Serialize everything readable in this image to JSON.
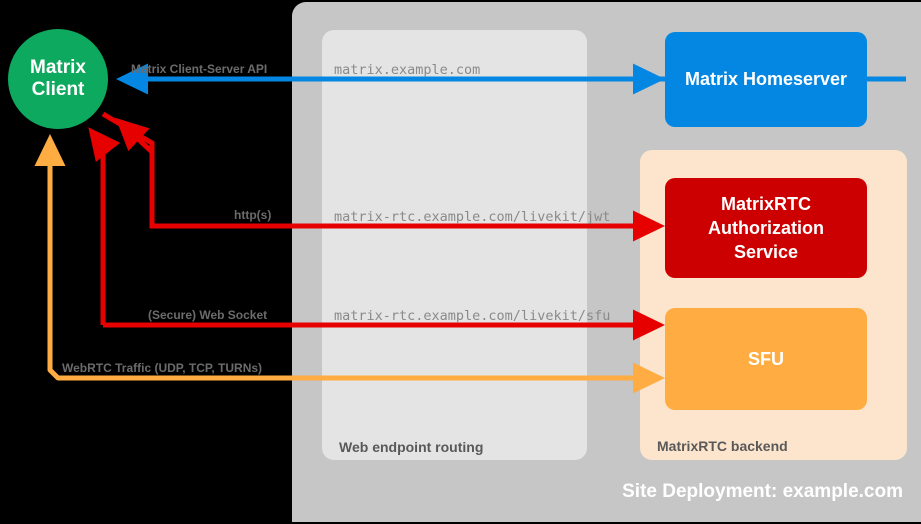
{
  "diagram": {
    "site_title": "Site Deployment: example.com",
    "containers": [
      {
        "key": "site",
        "caption": "Site Deployment: example.com",
        "color": "#c6c6c6"
      },
      {
        "key": "web",
        "caption": "Web endpoint routing",
        "color": "#e4e4e4"
      },
      {
        "key": "backend",
        "caption": "MatrixRTC backend",
        "color": "#fce5cc"
      }
    ],
    "nodes": {
      "client": {
        "label_line1": "Matrix",
        "label_line2": "Client",
        "color": "#0da95e"
      },
      "homeserver": {
        "label": "Matrix Homeserver",
        "color": "#0487e2"
      },
      "auth": {
        "label_line1": "MatrixRTC",
        "label_line2": "Authorization",
        "label_line3": "Service",
        "color": "#cc0000"
      },
      "sfu": {
        "label": "SFU",
        "color": "#ffac42"
      }
    },
    "captions": {
      "web": "Web endpoint routing",
      "backend": "MatrixRTC backend"
    },
    "flows": [
      {
        "key": "cs-api",
        "protocol": "Matrix Client-Server API",
        "endpoint": "matrix.example.com",
        "color": "#0487e2"
      },
      {
        "key": "jwt",
        "protocol": "http(s)",
        "endpoint": "matrix-rtc.example.com/livekit/jwt",
        "color": "#e60000"
      },
      {
        "key": "sfu-ws",
        "protocol": "(Secure) Web Socket",
        "endpoint": "matrix-rtc.example.com/livekit/sfu",
        "color": "#e60000"
      },
      {
        "key": "webrtc",
        "protocol": "WebRTC Traffic (UDP, TCP, TURNs)",
        "endpoint": "",
        "color": "#ffac42"
      }
    ]
  }
}
